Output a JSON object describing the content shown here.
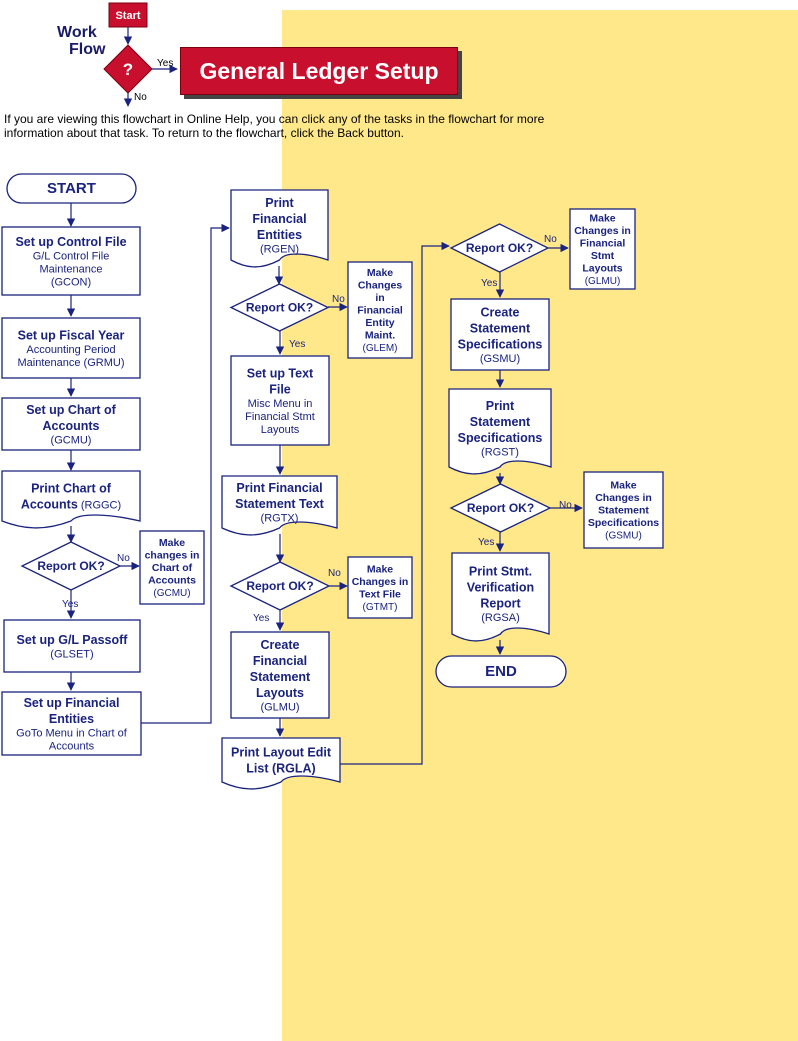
{
  "header": {
    "logo": {
      "start": "Start",
      "work": "Work",
      "flow": "Flow",
      "question": "?",
      "yes": "Yes",
      "no": "No"
    },
    "title": "General Ledger Setup",
    "intro": "If you are viewing this flowchart in Online Help, you can click any of the tasks in the flowchart for more information about that task. To return to the flowchart, click the Back button."
  },
  "colors": {
    "accent": "#c8102e",
    "ink": "#1a237e",
    "panel": "#ffe88a"
  },
  "flowchart": {
    "nodes": [
      {
        "id": "start",
        "kind": "terminal",
        "interactable": false,
        "lines": [
          {
            "t": "START",
            "s": "term"
          }
        ]
      },
      {
        "id": "gcon",
        "kind": "process",
        "interactable": true,
        "lines": [
          {
            "t": "Set up Control File",
            "s": "b"
          },
          {
            "t": "G/L Control File",
            "s": "n"
          },
          {
            "t": "Maintenance",
            "s": "n"
          },
          {
            "t": "(GCON)",
            "s": "n"
          }
        ]
      },
      {
        "id": "grmu",
        "kind": "process",
        "interactable": true,
        "lines": [
          {
            "t": "Set up Fiscal Year",
            "s": "b"
          },
          {
            "t": "Accounting Period",
            "s": "n"
          },
          {
            "t": "Maintenance (GRMU)",
            "s": "n"
          }
        ]
      },
      {
        "id": "gcmu-setup",
        "kind": "process",
        "interactable": true,
        "lines": [
          {
            "t": "Set up Chart of",
            "s": "b"
          },
          {
            "t": "Accounts",
            "s": "b"
          },
          {
            "t": "(GCMU)",
            "s": "n"
          }
        ]
      },
      {
        "id": "rggc",
        "kind": "document",
        "interactable": true,
        "lines": [
          {
            "t": "Print Chart of",
            "s": "b"
          },
          {
            "rich": [
              {
                "t": "Accounts",
                "s": "b"
              },
              {
                "t": " (RGGC)",
                "s": "n"
              }
            ]
          }
        ]
      },
      {
        "id": "decision-1",
        "kind": "decision",
        "interactable": false,
        "lines": [
          {
            "t": "Report OK?",
            "s": "b2"
          }
        ]
      },
      {
        "id": "gcmu-change",
        "kind": "process",
        "interactable": true,
        "lines": [
          {
            "t": "Make",
            "s": "sb"
          },
          {
            "t": "changes in",
            "s": "sb"
          },
          {
            "t": "Chart of",
            "s": "sb"
          },
          {
            "t": "Accounts",
            "s": "sb"
          },
          {
            "t": "(GCMU)",
            "s": "s"
          }
        ]
      },
      {
        "id": "glset",
        "kind": "process",
        "interactable": true,
        "lines": [
          {
            "t": "Set up G/L Passoff",
            "s": "b"
          },
          {
            "t": "(GLSET)",
            "s": "n"
          }
        ]
      },
      {
        "id": "entities-setup",
        "kind": "process",
        "interactable": true,
        "lines": [
          {
            "t": "Set up Financial",
            "s": "b"
          },
          {
            "t": "Entities",
            "s": "b"
          },
          {
            "t": "GoTo Menu in Chart of",
            "s": "n"
          },
          {
            "t": "Accounts",
            "s": "n"
          }
        ]
      },
      {
        "id": "rgen",
        "kind": "document",
        "interactable": true,
        "lines": [
          {
            "t": "Print",
            "s": "b"
          },
          {
            "t": "Financial",
            "s": "b"
          },
          {
            "t": "Entities",
            "s": "b"
          },
          {
            "t": "(RGEN)",
            "s": "n"
          }
        ]
      },
      {
        "id": "decision-2",
        "kind": "decision",
        "interactable": false,
        "lines": [
          {
            "t": "Report OK?",
            "s": "b2"
          }
        ]
      },
      {
        "id": "glem",
        "kind": "process",
        "interactable": true,
        "lines": [
          {
            "t": "Make",
            "s": "sb"
          },
          {
            "t": "Changes",
            "s": "sb"
          },
          {
            "t": "in",
            "s": "sb"
          },
          {
            "t": "Financial",
            "s": "sb"
          },
          {
            "t": "Entity",
            "s": "sb"
          },
          {
            "t": "Maint.",
            "s": "sb"
          },
          {
            "t": "(GLEM)",
            "s": "s"
          }
        ]
      },
      {
        "id": "text-file",
        "kind": "process",
        "interactable": true,
        "lines": [
          {
            "t": "Set up Text",
            "s": "b"
          },
          {
            "t": "File",
            "s": "b"
          },
          {
            "t": "Misc Menu in",
            "s": "n"
          },
          {
            "t": "Financial Stmt",
            "s": "n"
          },
          {
            "t": "Layouts",
            "s": "n"
          }
        ]
      },
      {
        "id": "rgtx",
        "kind": "document",
        "interactable": true,
        "lines": [
          {
            "t": "Print Financial",
            "s": "b"
          },
          {
            "t": "Statement Text",
            "s": "b"
          },
          {
            "t": "(RGTX)",
            "s": "n"
          }
        ]
      },
      {
        "id": "decision-3",
        "kind": "decision",
        "interactable": false,
        "lines": [
          {
            "t": "Report OK?",
            "s": "b2"
          }
        ]
      },
      {
        "id": "gtmt",
        "kind": "process",
        "interactable": true,
        "lines": [
          {
            "t": "Make",
            "s": "sb"
          },
          {
            "t": "Changes in",
            "s": "sb"
          },
          {
            "t": "Text File",
            "s": "sb"
          },
          {
            "t": "(GTMT)",
            "s": "s"
          }
        ]
      },
      {
        "id": "glmu-create",
        "kind": "process",
        "interactable": true,
        "lines": [
          {
            "t": "Create",
            "s": "b"
          },
          {
            "t": "Financial",
            "s": "b"
          },
          {
            "t": "Statement",
            "s": "b"
          },
          {
            "t": "Layouts",
            "s": "b"
          },
          {
            "t": "(GLMU)",
            "s": "n"
          }
        ]
      },
      {
        "id": "rgla",
        "kind": "document",
        "interactable": true,
        "lines": [
          {
            "t": "Print Layout Edit",
            "s": "b"
          },
          {
            "t": "List (RGLA)",
            "s": "b"
          }
        ]
      },
      {
        "id": "decision-4",
        "kind": "decision",
        "interactable": false,
        "lines": [
          {
            "t": "Report OK?",
            "s": "b2"
          }
        ]
      },
      {
        "id": "glmu-change",
        "kind": "process",
        "interactable": true,
        "lines": [
          {
            "t": "Make",
            "s": "sb"
          },
          {
            "t": "Changes in",
            "s": "sb"
          },
          {
            "t": "Financial",
            "s": "sb"
          },
          {
            "t": "Stmt",
            "s": "sb"
          },
          {
            "t": "Layouts",
            "s": "sb"
          },
          {
            "t": "(GLMU)",
            "s": "s"
          }
        ]
      },
      {
        "id": "gsmu-create",
        "kind": "process",
        "interactable": true,
        "lines": [
          {
            "t": "Create",
            "s": "b"
          },
          {
            "t": "Statement",
            "s": "b"
          },
          {
            "t": "Specifications",
            "s": "b"
          },
          {
            "t": "(GSMU)",
            "s": "n"
          }
        ]
      },
      {
        "id": "rgst",
        "kind": "document",
        "interactable": true,
        "lines": [
          {
            "t": "Print",
            "s": "b"
          },
          {
            "t": "Statement",
            "s": "b"
          },
          {
            "t": "Specifications",
            "s": "b"
          },
          {
            "t": "(RGST)",
            "s": "n"
          }
        ]
      },
      {
        "id": "decision-5",
        "kind": "decision",
        "interactable": false,
        "lines": [
          {
            "t": "Report OK?",
            "s": "b2"
          }
        ]
      },
      {
        "id": "gsmu-change",
        "kind": "process",
        "interactable": true,
        "lines": [
          {
            "t": "Make",
            "s": "sb"
          },
          {
            "t": "Changes in",
            "s": "sb"
          },
          {
            "t": "Statement",
            "s": "sb"
          },
          {
            "t": "Specifications",
            "s": "sb"
          },
          {
            "t": "(GSMU)",
            "s": "s"
          }
        ]
      },
      {
        "id": "rgsa",
        "kind": "document",
        "interactable": true,
        "lines": [
          {
            "t": "Print Stmt.",
            "s": "b"
          },
          {
            "t": "Verification",
            "s": "b"
          },
          {
            "t": "Report",
            "s": "b"
          },
          {
            "t": "(RGSA)",
            "s": "n"
          }
        ]
      },
      {
        "id": "end",
        "kind": "terminal",
        "interactable": false,
        "lines": [
          {
            "t": "END",
            "s": "term"
          }
        ]
      }
    ],
    "edge_labels": {
      "yes": "Yes",
      "no": "No"
    }
  }
}
